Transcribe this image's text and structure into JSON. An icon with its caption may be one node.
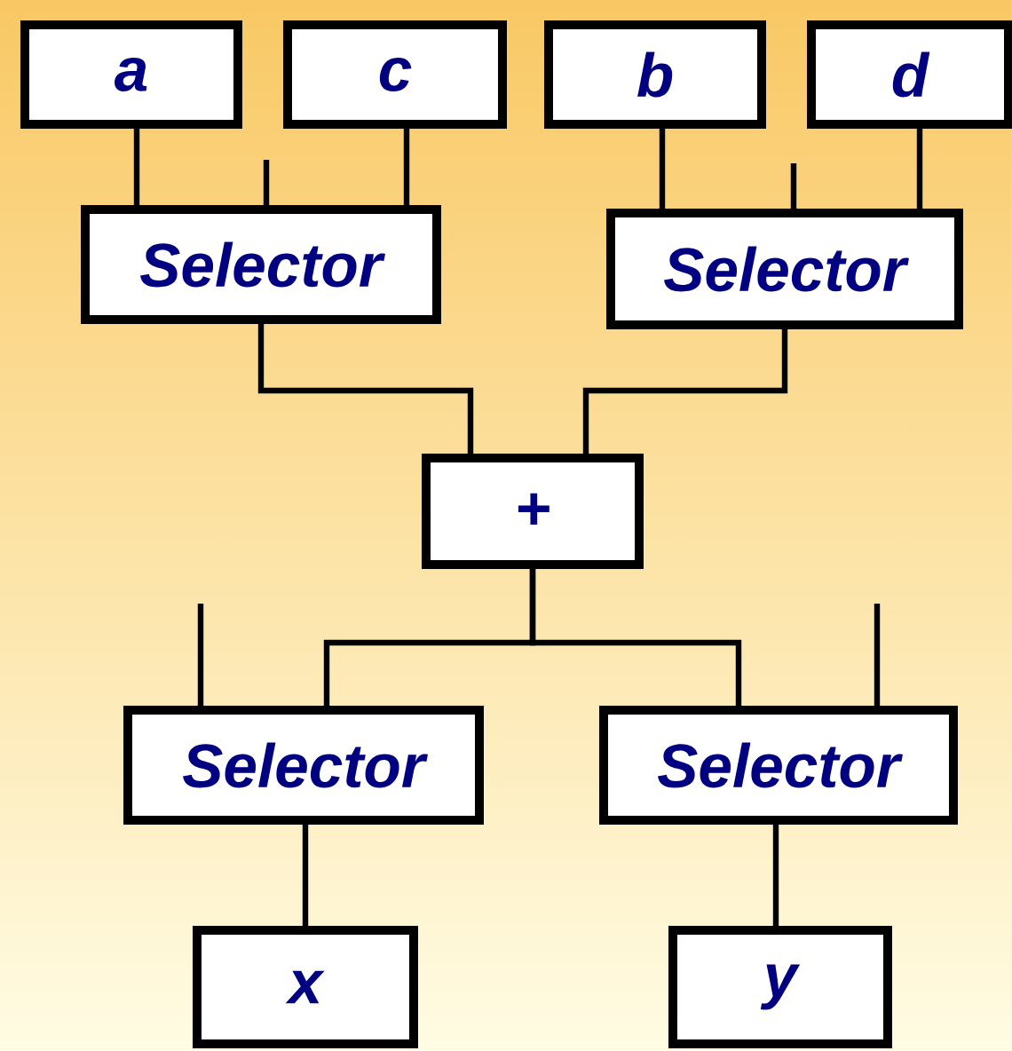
{
  "diagram": {
    "nodes": [
      {
        "text": [
          "a"
        ]
      },
      {
        "text": [
          "c"
        ]
      },
      {
        "text": [
          "b"
        ]
      },
      {
        "text": [
          "d"
        ]
      },
      {
        "text": [
          "Selector"
        ]
      },
      {
        "text": [
          "Selector"
        ]
      },
      {
        "text": [
          "+"
        ]
      },
      {
        "text": [
          "Selector"
        ]
      },
      {
        "text": [
          "Selector"
        ]
      },
      {
        "text": [
          "x"
        ]
      },
      {
        "text": [
          "y"
        ]
      }
    ],
    "edges": [
      {
        "from": 0,
        "to": 4,
        "arrow": "none"
      },
      {
        "from": 1,
        "to": 4,
        "arrow": "none"
      },
      {
        "from": 2,
        "to": 5,
        "arrow": "none"
      },
      {
        "from": 3,
        "to": 5,
        "arrow": "none"
      },
      {
        "from": null,
        "to": 4,
        "arrow": "none"
      },
      {
        "from": null,
        "to": 5,
        "arrow": "none"
      },
      {
        "from": 4,
        "to": 6,
        "arrow": "none"
      },
      {
        "from": 5,
        "to": 6,
        "arrow": "none"
      },
      {
        "from": 6,
        "to": 7,
        "arrow": "none"
      },
      {
        "from": 6,
        "to": 8,
        "arrow": "none"
      },
      {
        "from": null,
        "to": 7,
        "arrow": "none"
      },
      {
        "from": null,
        "to": 8,
        "arrow": "none"
      },
      {
        "from": 7,
        "to": 9,
        "arrow": "none"
      },
      {
        "from": 8,
        "to": 10,
        "arrow": "none"
      }
    ]
  }
}
